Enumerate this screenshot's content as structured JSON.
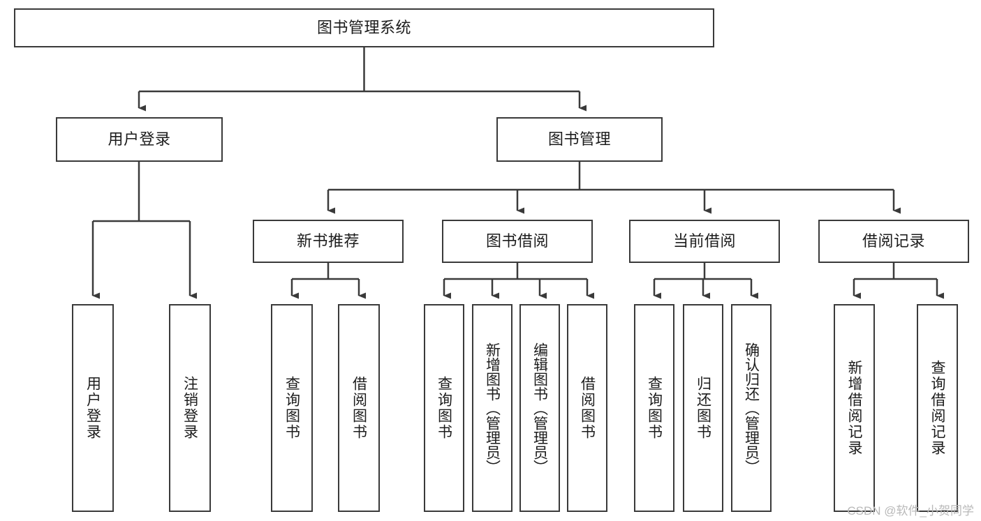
{
  "diagram": {
    "title": "图书管理系统",
    "type": "hierarchy-tree",
    "orientation": "top-down",
    "colors": {
      "box_border": "#3a3a3a",
      "box_fill": "#ffffff",
      "connector": "#3a3a3a",
      "text": "#1c1c1c",
      "watermark": "#b9b9b9",
      "background": "#ffffff"
    },
    "root": {
      "label": "图书管理系统",
      "name": "node-root-library-management-system"
    },
    "level2": [
      {
        "label": "用户登录",
        "name": "node-user-login"
      },
      {
        "label": "图书管理",
        "name": "node-book-management"
      }
    ],
    "level3": [
      {
        "label": "新书推荐",
        "name": "node-new-book-recommendation"
      },
      {
        "label": "图书借阅",
        "name": "node-book-borrowing"
      },
      {
        "label": "当前借阅",
        "name": "node-current-borrowing"
      },
      {
        "label": "借阅记录",
        "name": "node-borrowing-records"
      }
    ],
    "leaves": {
      "user_login": [
        {
          "label": "用户登录",
          "name": "leaf-user-login"
        },
        {
          "label": "注销登录",
          "name": "leaf-logout"
        }
      ],
      "new_book_recommendation": [
        {
          "label": "查询图书",
          "name": "leaf-query-books-recommend"
        },
        {
          "label": "借阅图书",
          "name": "leaf-borrow-books-recommend"
        }
      ],
      "book_borrowing": [
        {
          "label": "查询图书",
          "name": "leaf-query-books-borrow"
        },
        {
          "label": "新增图书（管理员）",
          "name": "leaf-add-book-admin"
        },
        {
          "label": "编辑图书（管理员）",
          "name": "leaf-edit-book-admin"
        },
        {
          "label": "借阅图书",
          "name": "leaf-borrow-books"
        }
      ],
      "current_borrowing": [
        {
          "label": "查询图书",
          "name": "leaf-query-books-current"
        },
        {
          "label": "归还图书",
          "name": "leaf-return-books"
        },
        {
          "label": "确认归还（管理员）",
          "name": "leaf-confirm-return-admin"
        }
      ],
      "borrowing_records": [
        {
          "label": "新增借阅记录",
          "name": "leaf-add-borrow-record"
        },
        {
          "label": "查询借阅记录",
          "name": "leaf-query-borrow-record"
        }
      ]
    }
  },
  "watermark": {
    "text": "CSDN @软件_小贺同学"
  }
}
